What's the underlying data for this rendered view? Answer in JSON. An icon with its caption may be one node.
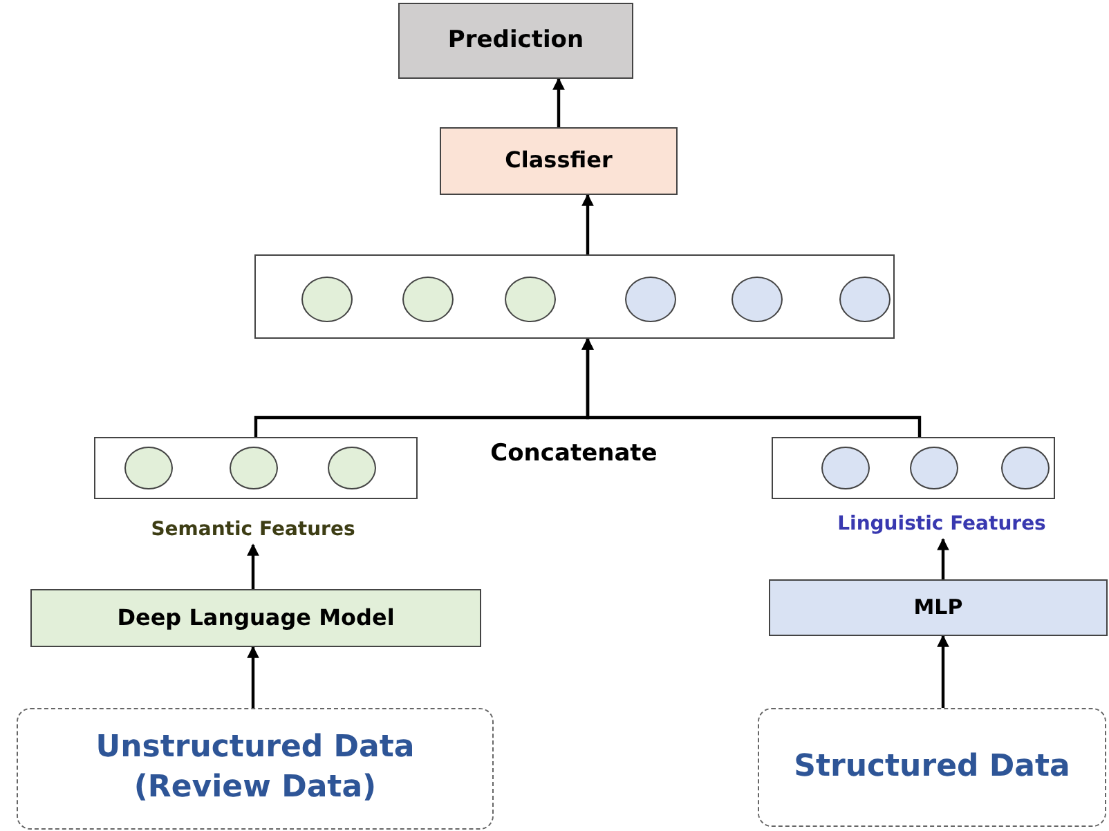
{
  "diagram": {
    "nodes": [
      {
        "text": [
          "Prediction"
        ]
      },
      {
        "text": [
          "Classfier"
        ]
      },
      {
        "text": [],
        "shape": "box"
      },
      {
        "text": [],
        "shape": "circle",
        "in": 2
      },
      {
        "text": [],
        "shape": "circle",
        "in": 2
      },
      {
        "text": [],
        "shape": "circle",
        "in": 2
      },
      {
        "text": [],
        "shape": "circle",
        "in": 2
      },
      {
        "text": [],
        "shape": "circle",
        "in": 2
      },
      {
        "text": [],
        "shape": "circle",
        "in": 2
      },
      {
        "text": [],
        "shape": "box"
      },
      {
        "text": [],
        "shape": "circle",
        "in": 9
      },
      {
        "text": [],
        "shape": "circle",
        "in": 9
      },
      {
        "text": [],
        "shape": "circle",
        "in": 9
      },
      {
        "text": [],
        "shape": "box"
      },
      {
        "text": [],
        "shape": "circle",
        "in": 13
      },
      {
        "text": [],
        "shape": "circle",
        "in": 13
      },
      {
        "text": [],
        "shape": "circle",
        "in": 13
      },
      {
        "text": [
          "Semantic Features"
        ]
      },
      {
        "text": [
          "Linguistic Features"
        ]
      },
      {
        "text": [
          "Deep Language Model"
        ]
      },
      {
        "text": [
          "MLP"
        ]
      },
      {
        "text": [
          "Unstructured Data (Review Data)"
        ]
      },
      {
        "text": [
          "Structured Data"
        ]
      }
    ],
    "edges": [
      {
        "from": 1,
        "to": 0,
        "arrow": "to"
      },
      {
        "from": 2,
        "to": 1,
        "arrow": "to"
      },
      {
        "from": 9,
        "to": 2,
        "arrow": "to"
      },
      {
        "from": 13,
        "to": 2,
        "arrow": "to"
      },
      {
        "from": 19,
        "to": 17,
        "arrow": "to"
      },
      {
        "from": 20,
        "to": 18,
        "arrow": "to"
      },
      {
        "from": 21,
        "to": 19,
        "arrow": "to"
      },
      {
        "from": 22,
        "to": 20,
        "arrow": "to"
      }
    ],
    "labels": [
      "Concatenate"
    ]
  }
}
